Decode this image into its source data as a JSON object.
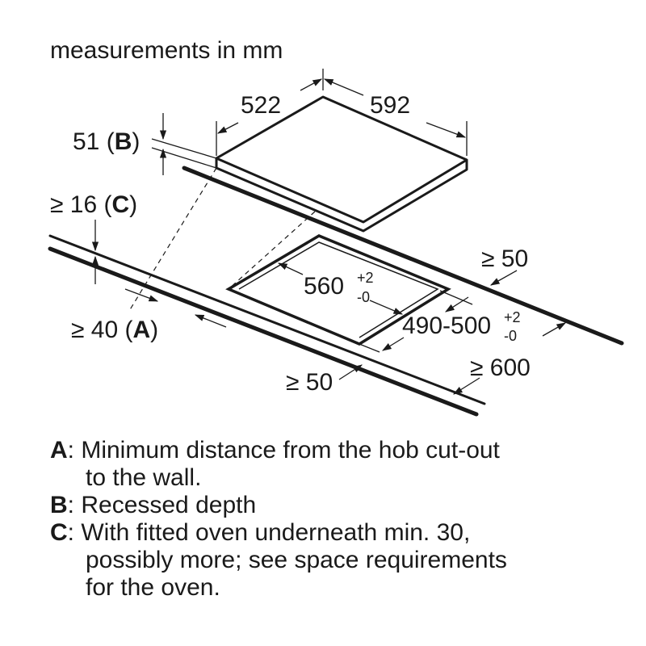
{
  "caption": "measurements in mm",
  "dimensions": {
    "depth": "522",
    "width": "592",
    "recess": "51",
    "recess_key": "B",
    "worktop_min": "≥ 16",
    "worktop_key": "C",
    "wall_min": "≥ 40",
    "wall_key": "A",
    "cutout_width": "560",
    "cutout_width_tol_plus": "+2",
    "cutout_width_tol_minus": "-0",
    "cutout_depth": "490-500",
    "cutout_depth_tol_plus": "+2",
    "cutout_depth_tol_minus": "-0",
    "right_min": "≥ 50",
    "front_min": "≥ 50",
    "worktop_depth_min": "≥ 600"
  },
  "legend": [
    {
      "key": "A",
      "text": ": Minimum distance from the hob cut-out",
      "cont": [
        "to the wall."
      ]
    },
    {
      "key": "B",
      "text": ": Recessed depth",
      "cont": []
    },
    {
      "key": "C",
      "text": ": With fitted oven underneath min. 30,",
      "cont": [
        "possibly more; see space requirements",
        "for the oven."
      ]
    }
  ]
}
